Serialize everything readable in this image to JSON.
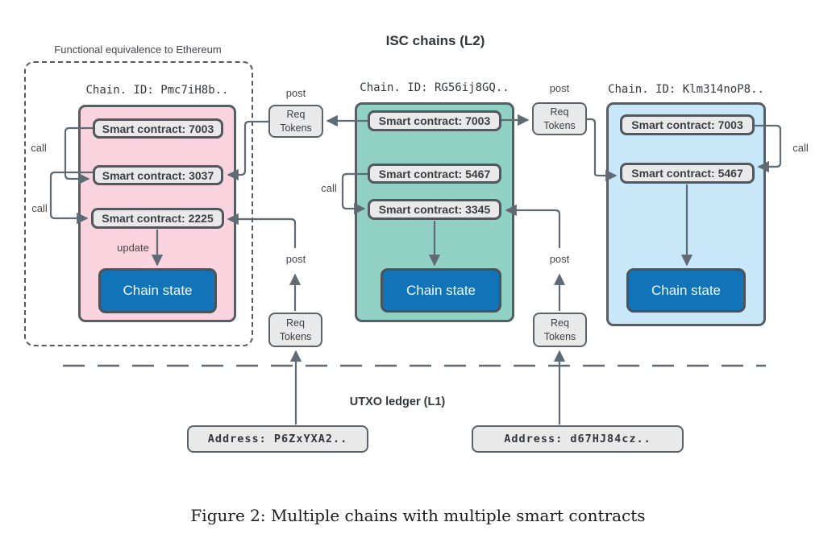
{
  "figure": {
    "l2_title": "ISC chains (L2)",
    "ethereum_note": "Functional equivalence to Ethereum",
    "caption": "Figure 2: Multiple chains with multiple smart contracts"
  },
  "labels": {
    "post": "post",
    "call": "call",
    "update": "update"
  },
  "req_tokens": {
    "line1": "Req",
    "line2": "Tokens"
  },
  "chains": [
    {
      "id_label": "Chain. ID: Pmc7iH8b..",
      "fill": "#f9d3dd",
      "contracts": [
        {
          "label": "Smart contract: 7003"
        },
        {
          "label": "Smart contract: 3037"
        },
        {
          "label": "Smart contract: 2225"
        }
      ],
      "state_label": "Chain state"
    },
    {
      "id_label": "Chain. ID: RG56ij8GQ..",
      "fill": "#90d1c3",
      "contracts": [
        {
          "label": "Smart contract: 7003"
        },
        {
          "label": "Smart contract: 5467"
        },
        {
          "label": "Smart contract: 3345"
        }
      ],
      "state_label": "Chain state"
    },
    {
      "id_label": "Chain. ID: Klm314noP8..",
      "fill": "#c8e7f9",
      "contracts": [
        {
          "label": "Smart contract: 7003"
        },
        {
          "label": "Smart contract: 5467"
        }
      ],
      "state_label": "Chain state"
    }
  ],
  "l1": {
    "label": "UTXO ledger (L1)",
    "addresses": [
      {
        "label": "Address: P6ZxYXA2.."
      },
      {
        "label": "Address: d67HJ84cz.."
      }
    ]
  },
  "colors": {
    "chain_pink": "#f9d3dd",
    "chain_teal": "#90d1c3",
    "chain_blue": "#c8e7f9",
    "state_blue": "#1173b8",
    "box_gray": "#e9e9e9",
    "line_gray": "#5f6a72"
  }
}
